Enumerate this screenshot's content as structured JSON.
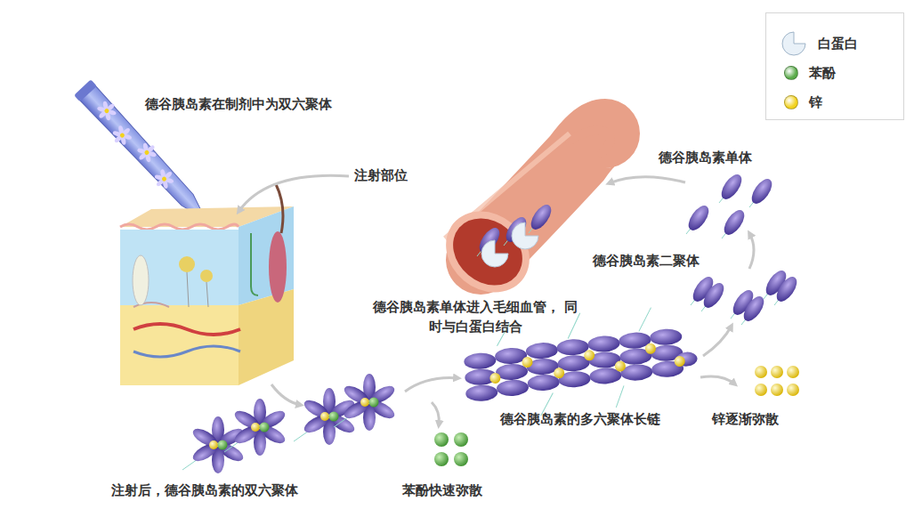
{
  "diagram": {
    "labels": [
      "德谷胰岛素在制剂中为双六聚体",
      "注射部位",
      "德谷胰岛素单体",
      "德谷胰岛素二聚体",
      "德谷胰岛素单体进入毛细血管， 同时与白蛋白结合",
      "德谷胰岛素的多六聚体长链",
      "锌逐渐弥散",
      "注射后，德谷胰岛素的双六聚体",
      "苯酚快速弥散"
    ],
    "legend": [
      {
        "text": "白蛋白"
      },
      {
        "text": "苯酚",
        "color": "#5aab4a"
      },
      {
        "text": "锌",
        "color": "#f2d21e"
      }
    ]
  }
}
